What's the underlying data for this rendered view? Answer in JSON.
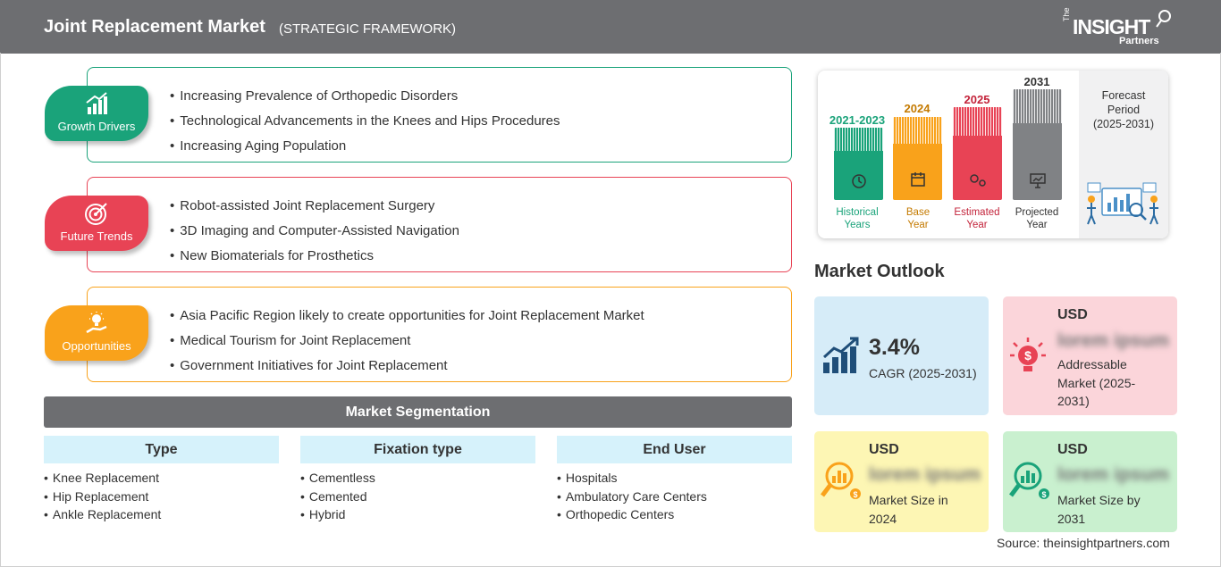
{
  "header": {
    "title": "Joint Replacement Market",
    "subtitle": "(STRATEGIC FRAMEWORK)",
    "logo": {
      "the": "The",
      "main": "INSIGHT",
      "partners": "Partners"
    }
  },
  "framework": [
    {
      "label": "Growth Drivers",
      "icon": "bar-growth-icon",
      "color": "#1aa37a",
      "items": [
        "Increasing Prevalence of Orthopedic Disorders",
        "Technological Advancements in the Knees and Hips Procedures",
        "Increasing Aging Population"
      ]
    },
    {
      "label": "Future Trends",
      "icon": "target-icon",
      "color": "#e84355",
      "items": [
        "Robot-assisted Joint Replacement Surgery",
        "3D Imaging and Computer-Assisted Navigation",
        "New Biomaterials for Prosthetics"
      ]
    },
    {
      "label": "Opportunities",
      "icon": "lightbulb-hand-icon",
      "color": "#f9a21b",
      "items": [
        "Asia Pacific Region likely to create opportunities for Joint Replacement Market",
        "Medical Tourism for Joint Replacement",
        "Government Initiatives for Joint Replacement"
      ]
    }
  ],
  "segmentation": {
    "title": "Market Segmentation",
    "columns": [
      {
        "heading": "Type",
        "items": [
          "Knee Replacement",
          "Hip Replacement",
          "Ankle Replacement"
        ]
      },
      {
        "heading": "Fixation type",
        "items": [
          "Cementless",
          "Cemented",
          "Hybrid"
        ]
      },
      {
        "heading": "End User",
        "items": [
          "Hospitals",
          "Ambulatory Care Centers",
          "Orthopedic Centers"
        ]
      }
    ]
  },
  "timeline": {
    "periods": [
      {
        "year": "2021-2023",
        "label_line1": "Historical",
        "label_line2": "Years",
        "color": "#1aa37a",
        "icon": "history-icon"
      },
      {
        "year": "2024",
        "label_line1": "Base",
        "label_line2": "Year",
        "color": "#f9a21b",
        "icon": "calendar-icon"
      },
      {
        "year": "2025",
        "label_line1": "Estimated",
        "label_line2": "Year",
        "color": "#e84355",
        "icon": "gears-icon"
      },
      {
        "year": "2031",
        "label_line1": "Projected",
        "label_line2": "Year",
        "color": "#808285",
        "icon": "presentation-icon"
      }
    ],
    "forecast": {
      "line1": "Forecast",
      "line2": "Period",
      "line3": "(2025-2031)"
    }
  },
  "outlook": {
    "title": "Market Outlook",
    "cagr": {
      "value": "3.4%",
      "label": "CAGR (2025-2031)",
      "bg": "#d6ecf8"
    },
    "addressable": {
      "usd": "USD",
      "value": "lorem ipsum",
      "label_line1": "Addressable",
      "label_line2": "Market (2025-",
      "label_line3": "2031)",
      "bg": "#fbd5da"
    },
    "size2024": {
      "usd": "USD",
      "value": "lorem ipsum",
      "label_line1": "Market Size in",
      "label_line2": "2024",
      "bg": "#fdf6b4"
    },
    "size2031": {
      "usd": "USD",
      "value": "lorem ipsum",
      "label_line1": "Market Size by",
      "label_line2": "2031",
      "bg": "#c9f0cf"
    }
  },
  "source": "Source: theinsightpartners.com"
}
